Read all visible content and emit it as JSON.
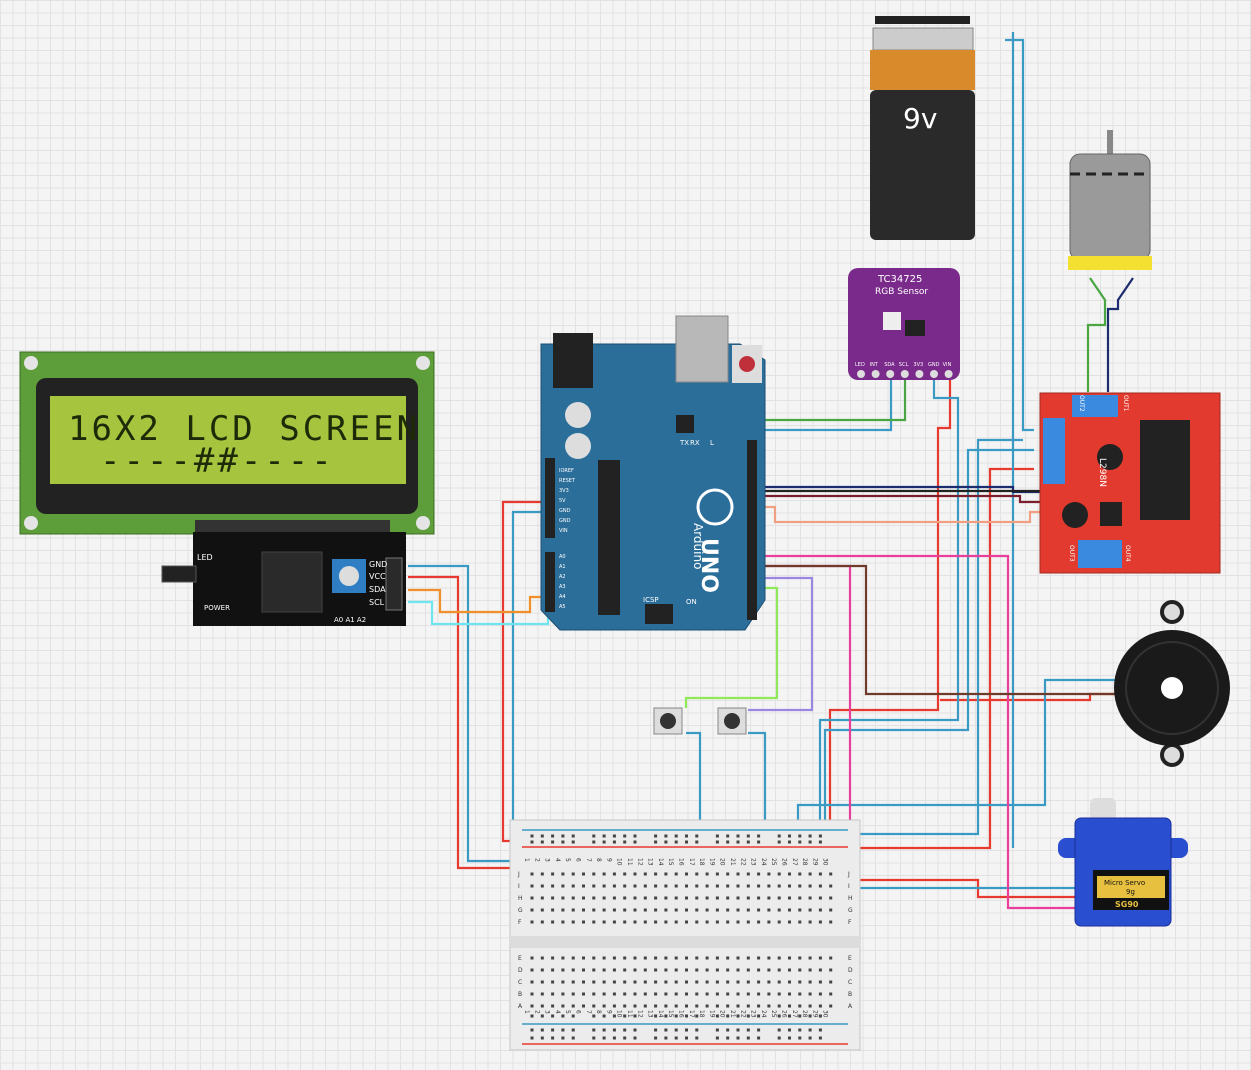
{
  "lcd": {
    "line1": "16X2 LCD SCREEN",
    "line2": "----##----"
  },
  "i2c": {
    "led_label": "LED",
    "power_label": "POWER",
    "pins": [
      "GND",
      "VCC",
      "SDA",
      "SCL"
    ],
    "addr_label": "A0 A1 A2"
  },
  "battery": {
    "label": "9v"
  },
  "sensor": {
    "title": "TC34725",
    "subtitle": "RGB Sensor",
    "pins": [
      "LED",
      "INT",
      "SDA",
      "SCL",
      "3V3",
      "GND",
      "VIN"
    ]
  },
  "arduino": {
    "brand": "Arduino",
    "model": "UNO",
    "icsp": "ICSP",
    "on": "ON",
    "tx": "TX",
    "rx": "RX",
    "l": "L",
    "power_pins": [
      "IOREF",
      "RESET",
      "3V3",
      "5V",
      "GND",
      "GND",
      "VIN"
    ],
    "analog_pins": [
      "A0",
      "A1",
      "A2",
      "A3",
      "A4",
      "A5"
    ]
  },
  "driver": {
    "chip": "L298N",
    "out1": "OUT1",
    "out2": "OUT2",
    "out3": "OUT3",
    "out4": "OUT4"
  },
  "servo": {
    "name": "Micro Servo",
    "weight": "9g",
    "model": "SG90"
  },
  "breadboard": {
    "columns": [
      "1",
      "2",
      "3",
      "4",
      "5",
      "6",
      "7",
      "8",
      "9",
      "10",
      "11",
      "12",
      "13",
      "14",
      "15",
      "16",
      "17",
      "18",
      "19",
      "20",
      "21",
      "22",
      "23",
      "24",
      "25",
      "26",
      "27",
      "28",
      "29",
      "30"
    ],
    "rows_top": [
      "J",
      "I",
      "H",
      "G",
      "F"
    ],
    "rows_bottom": [
      "E",
      "D",
      "C",
      "B",
      "A"
    ]
  },
  "colors": {
    "wire_red": "#e8392e",
    "wire_blue": "#3a9ac4",
    "wire_green": "#4aa642",
    "wire_navy": "#1c2c6e",
    "wire_maroon": "#7a1e2e",
    "wire_salmon": "#f0a080",
    "wire_pink": "#e8409a",
    "wire_brown": "#6e3a2a",
    "wire_lime": "#8ee85a",
    "wire_purple": "#9a88e0",
    "wire_orange": "#f0902a",
    "wire_cyan": "#6ee6f0",
    "arduino_blue": "#2b6e9a",
    "driver_red": "#e23a2e",
    "sensor_purple": "#7a2a8a"
  }
}
